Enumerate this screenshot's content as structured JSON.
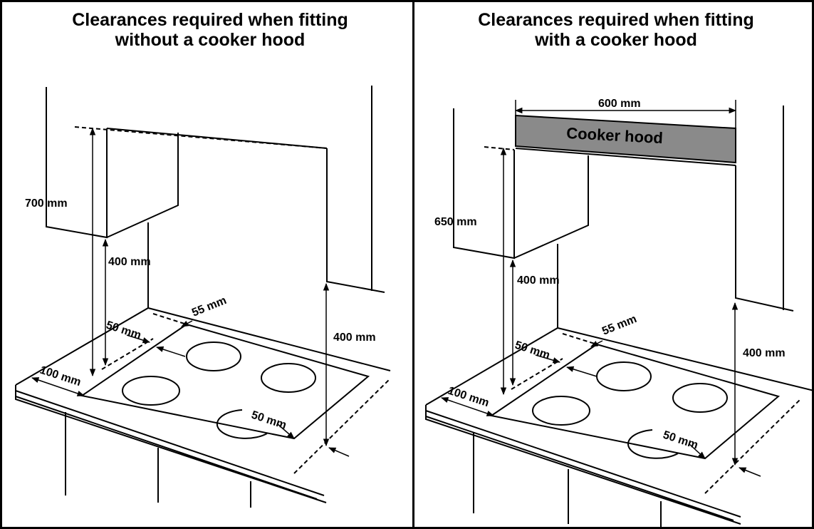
{
  "panels": [
    {
      "title_line1": "Clearances required when fitting",
      "title_line2": "without a cooker hood",
      "labels": {
        "cabinet_height": "700 mm",
        "above_hob": "400 mm",
        "right_side": "400 mm",
        "rear": "55 mm",
        "back_edge": "50 mm",
        "front": "100 mm",
        "side": "50 mm"
      }
    },
    {
      "title_line1": "Clearances required when fitting",
      "title_line2": "with a cooker hood",
      "labels": {
        "hood_width": "600 mm",
        "hood": "Cooker hood",
        "cabinet_height": "650 mm",
        "above_hob": "400 mm",
        "right_side": "400 mm",
        "rear": "55 mm",
        "back_edge": "50 mm",
        "front": "100 mm",
        "side": "50 mm"
      }
    }
  ]
}
